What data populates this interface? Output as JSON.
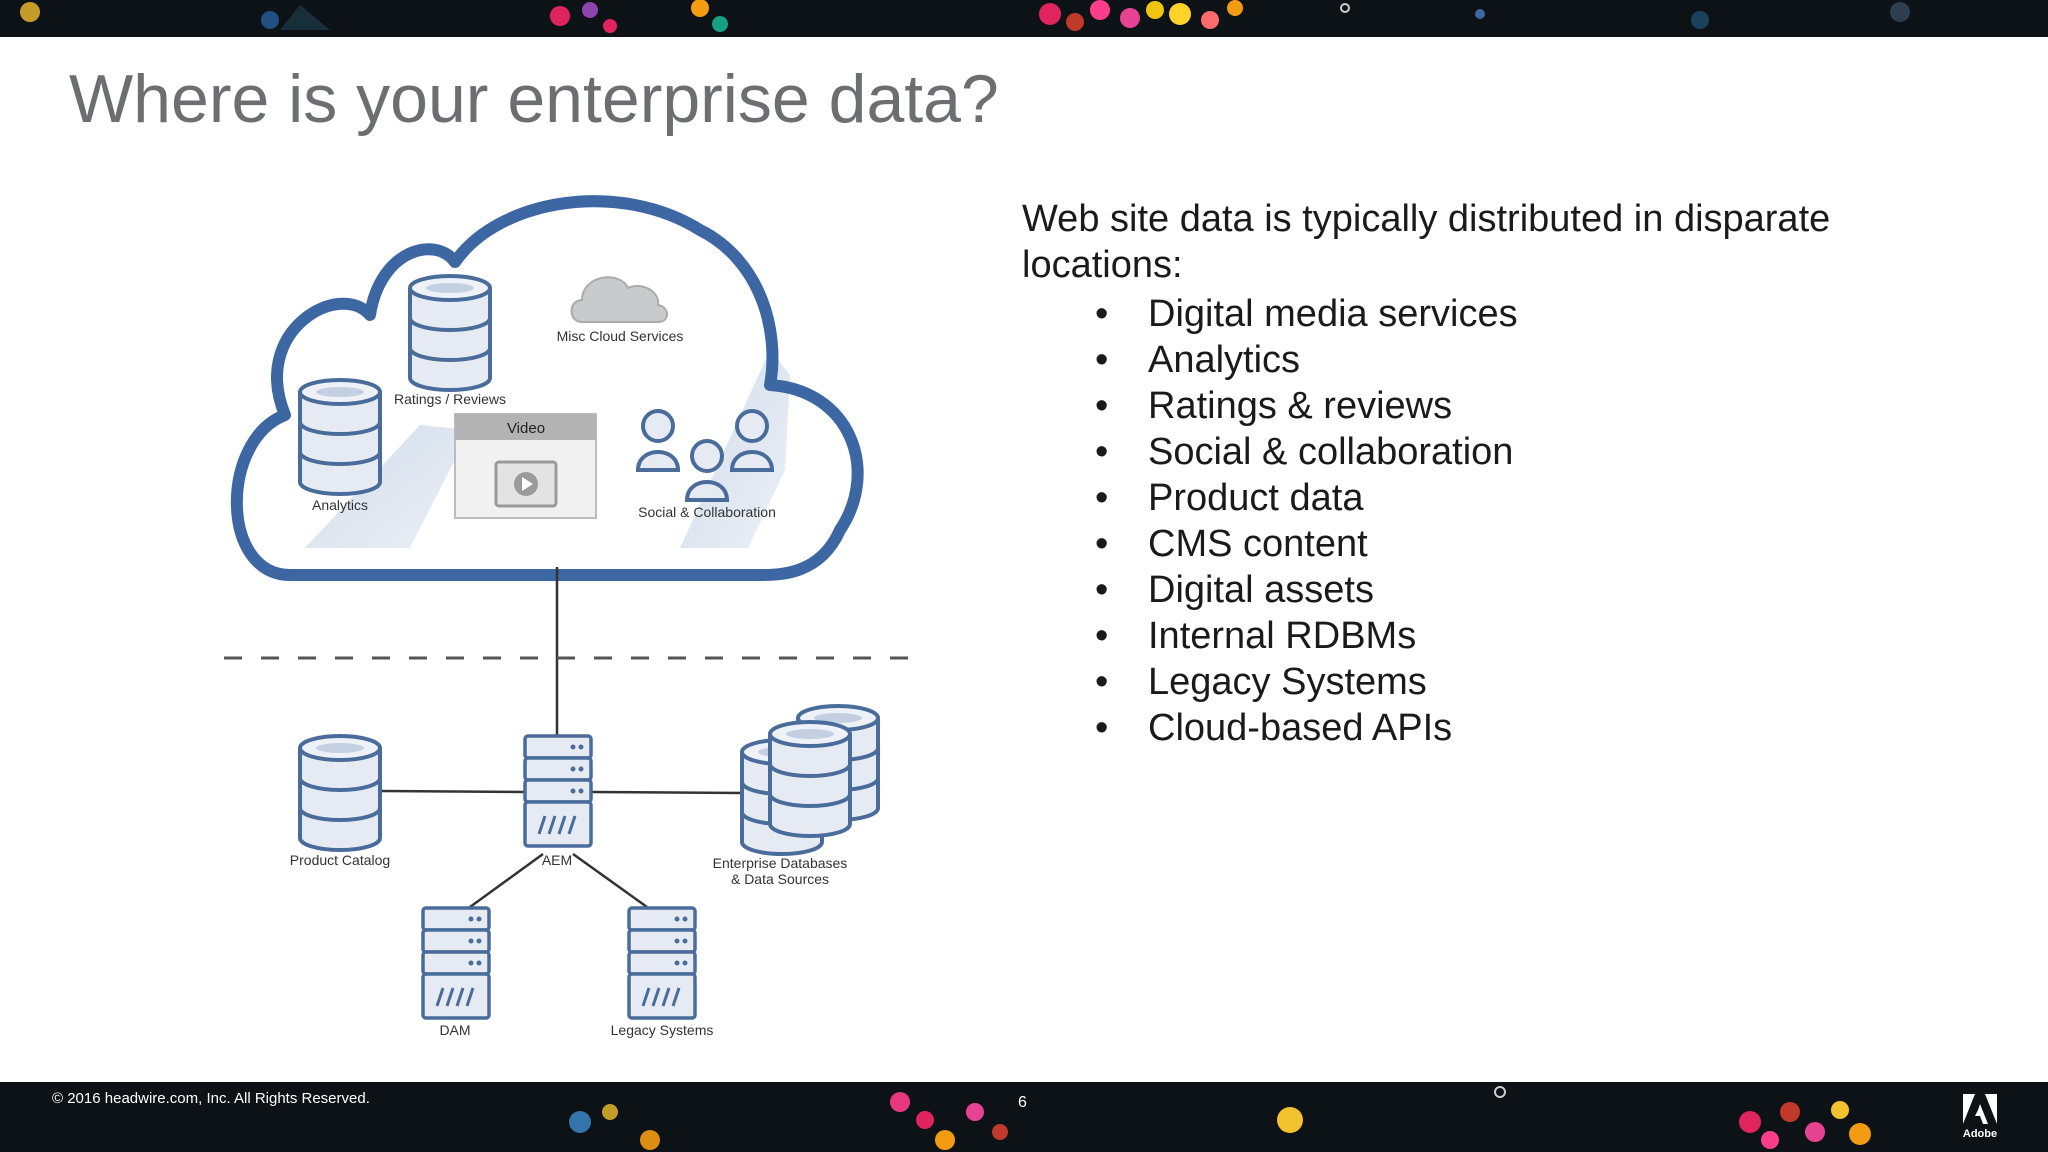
{
  "slide": {
    "title": "Where is your enterprise data?",
    "intro": "Web site data is typically distributed in disparate locations:",
    "bullet_char": "•",
    "bullets": [
      "Digital media services",
      "Analytics",
      "Ratings & reviews",
      "Social & collaboration",
      "Product data",
      "CMS content",
      "Digital assets",
      "Internal RDBMs",
      "Legacy Systems",
      "Cloud-based APIs"
    ]
  },
  "diagram": {
    "cloud_labels": {
      "misc": "Misc Cloud Services",
      "ratings": "Ratings / Reviews",
      "analytics": "Analytics",
      "video": "Video",
      "social": "Social & Collaboration"
    },
    "onprem_labels": {
      "product_catalog": "Product Catalog",
      "aem": "AEM",
      "enterprise_db_line1": "Enterprise Databases",
      "enterprise_db_line2": "& Data Sources",
      "dam": "DAM",
      "legacy": "Legacy Systems"
    }
  },
  "footer": {
    "copyright": "© 2016 headwire.com, Inc.  All Rights Reserved.",
    "page_number": "6",
    "logo_text": "Adobe"
  },
  "colors": {
    "cloud_outline": "#3d67a3",
    "icon_stroke": "#4a6c9b",
    "icon_fill": "#e6ebf3",
    "title_gray": "#6d6e71"
  }
}
